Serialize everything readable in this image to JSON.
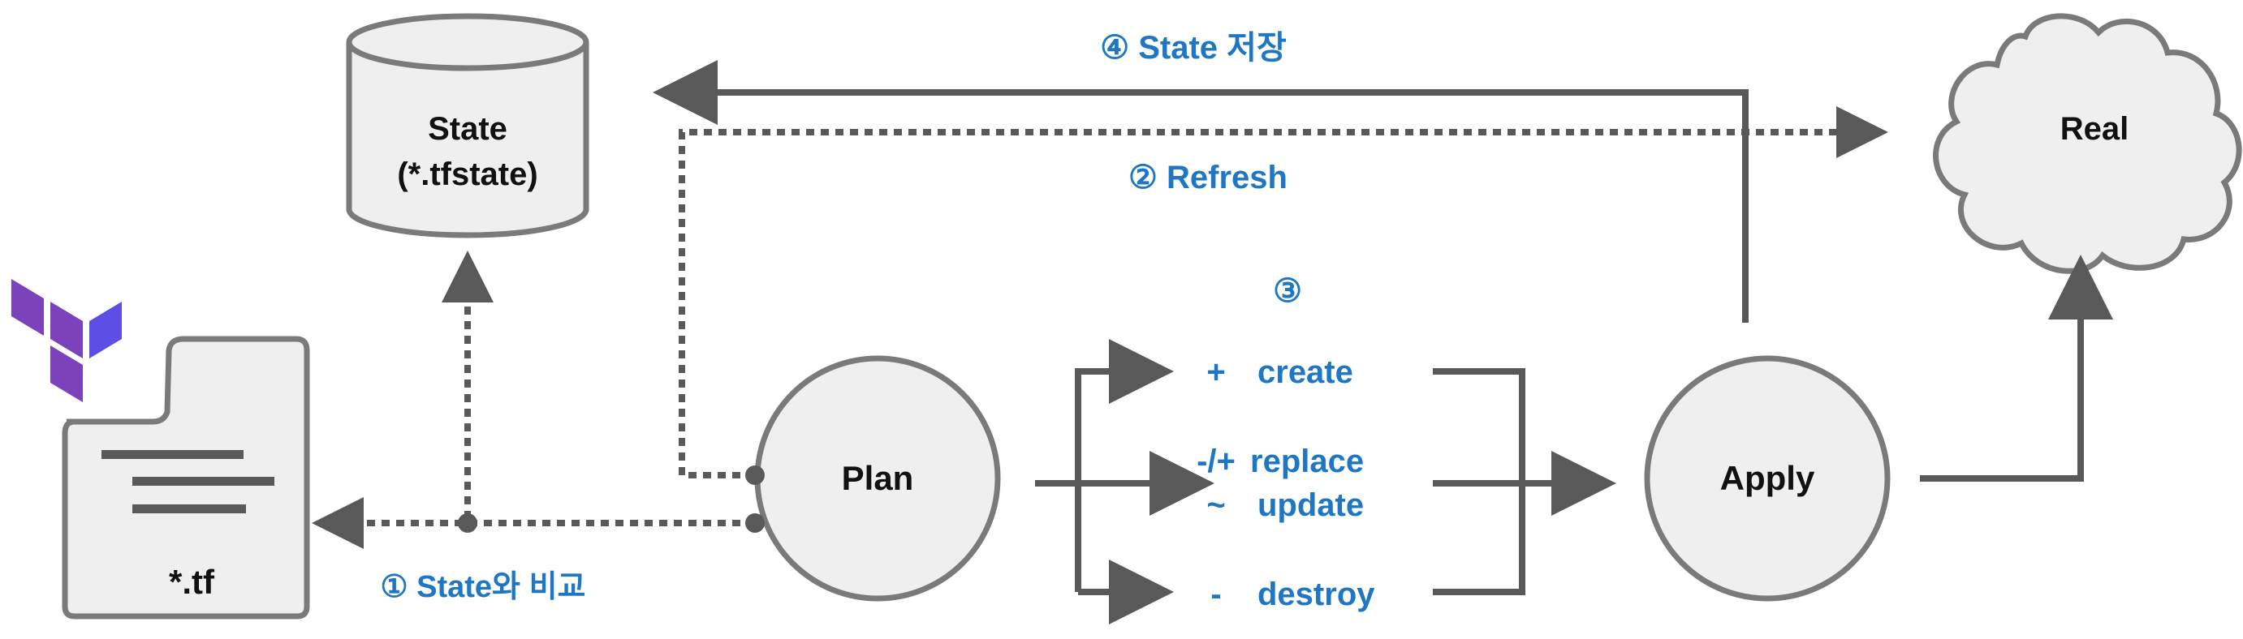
{
  "nodes": {
    "state_title": "State",
    "state_subtitle": "(*.tfstate)",
    "tf_file": "*.tf",
    "plan": "Plan",
    "apply": "Apply",
    "real": "Real"
  },
  "steps": {
    "compare": "① State와 비교",
    "refresh": "② Refresh",
    "actions": "③",
    "save_state": "④ State 저장"
  },
  "actions": [
    {
      "symbol": "+",
      "label": "create"
    },
    {
      "symbol": "-/+",
      "label": "replace"
    },
    {
      "symbol": "~",
      "label": "update"
    },
    {
      "symbol": "-",
      "label": "destroy"
    }
  ],
  "colors": {
    "line": "#595959",
    "shape_fill": "#efefef",
    "shape_stroke": "#7a7a7a",
    "step_text": "#1f77c4",
    "logo": "#7b42bc"
  },
  "icons": {
    "logo": "terraform-logo-icon"
  }
}
